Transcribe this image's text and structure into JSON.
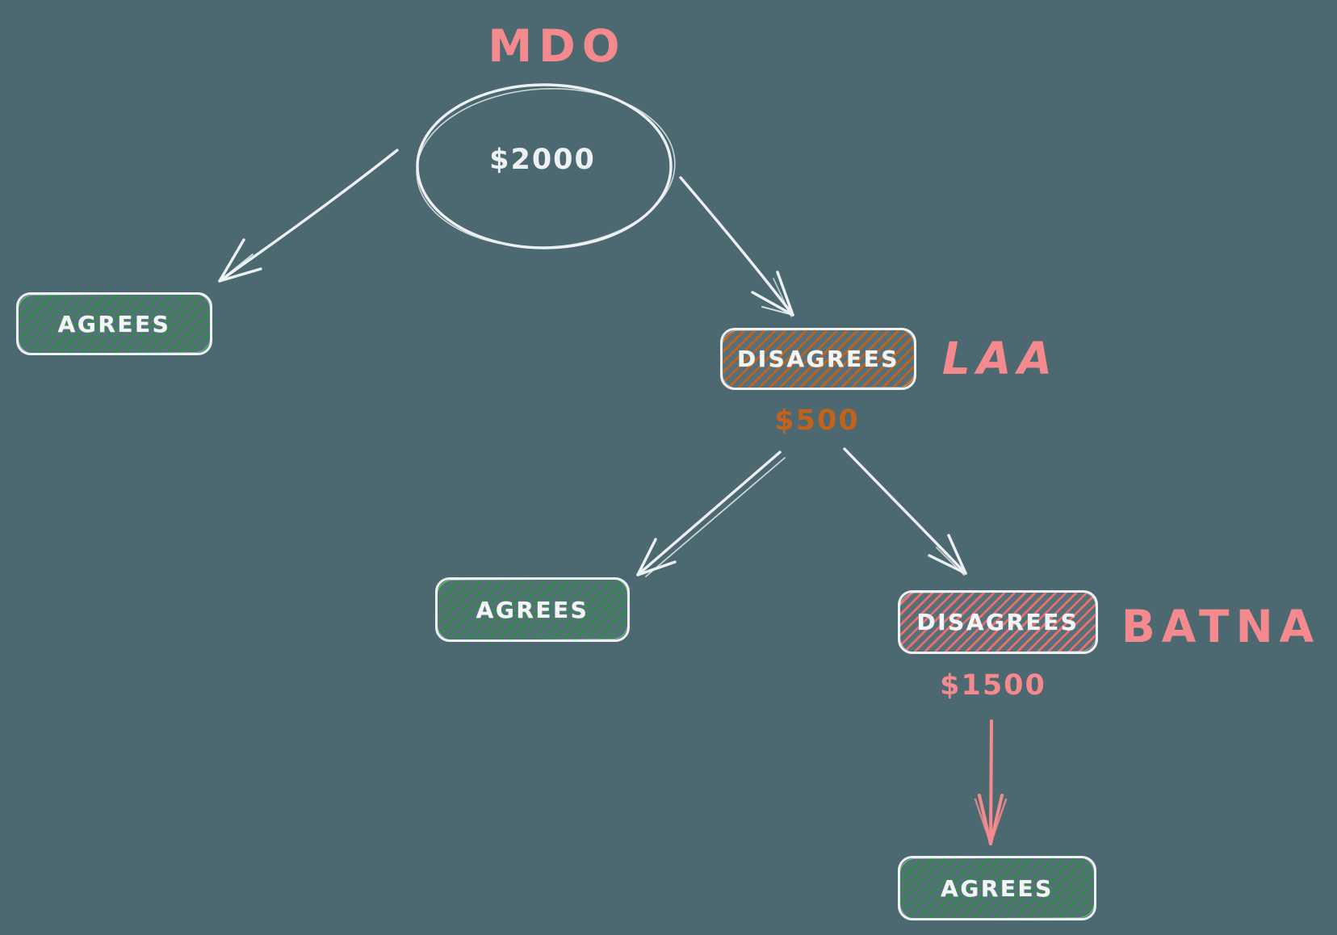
{
  "colors": {
    "background": "#4c6972",
    "stroke_white": "#eef1f3",
    "pink": "#f4898e",
    "green_hatch": "#2d8c45",
    "orange_hatch": "#c4611a",
    "red_hatch": "#f06d68"
  },
  "nodes": {
    "mdo": {
      "name": "MDO",
      "amount": "$2000"
    },
    "agrees_left": {
      "label": "AGREES"
    },
    "disagrees_laa": {
      "label": "DISAGREES",
      "name": "LAA",
      "amount": "$500"
    },
    "agrees_mid": {
      "label": "AGREES"
    },
    "disagrees_batna": {
      "label": "DISAGREES",
      "name": "BATNA",
      "amount": "$1500"
    },
    "agrees_bottom": {
      "label": "AGREES"
    }
  }
}
